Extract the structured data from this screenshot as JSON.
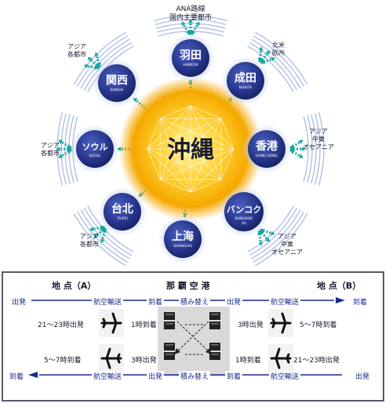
{
  "hub": {
    "name": "沖縄",
    "airports": [
      {
        "key": "haneda",
        "jp": "羽田",
        "en": "HANEDA"
      },
      {
        "key": "narita",
        "jp": "成田",
        "en": "NARITA"
      },
      {
        "key": "hongkong",
        "jp": "香港",
        "en": "HONG KONG"
      },
      {
        "key": "bangkok",
        "jp": "バンコク",
        "en": "BANGKOK",
        "note": "(※)"
      },
      {
        "key": "shanghai",
        "jp": "上海",
        "en": "SHANGHAI"
      },
      {
        "key": "taipei",
        "jp": "台北",
        "en": "TAIPEI"
      },
      {
        "key": "seoul",
        "jp": "ソウル",
        "en": "SEOUL"
      },
      {
        "key": "kansai",
        "jp": "関西",
        "en": "KANSAI"
      }
    ],
    "regions": {
      "top": [
        "ANA路線",
        "国内主要都市"
      ],
      "top_right": [
        "北米",
        "欧州"
      ],
      "right": [
        "アジア",
        "中東",
        "オセアニア"
      ],
      "bottom_right": [
        "アジア",
        "中東",
        "オセアニア"
      ],
      "bottom_left": [
        "アジア",
        "各都市"
      ],
      "left": [
        "アジア",
        "各都市"
      ],
      "top_left": [
        "アジア",
        "各都市"
      ]
    }
  },
  "schedule": {
    "point_a": "地 点（A）",
    "naha": "那 覇 空 港",
    "point_b": "地 点（B）",
    "depart": "出発",
    "arrive": "到着",
    "air_transport": "航空輸送",
    "transship": "積み替え",
    "a_depart_time": "21～23時出発",
    "a_arrive_time": "5～7時到着",
    "naha_arr_1": "1時到着",
    "naha_dep_3": "3時出発",
    "naha_dep_3b": "3時出発",
    "naha_arr_1b": "1時到着",
    "b_arrive_time": "5～7時到着",
    "b_depart_time": "21～23時出発"
  },
  "colors": {
    "hub_gold": "#f5b800",
    "circle_navy": "#2a3a8c",
    "arrow_teal": "#1aa7a0",
    "navy_line": "#1a2a8a"
  }
}
